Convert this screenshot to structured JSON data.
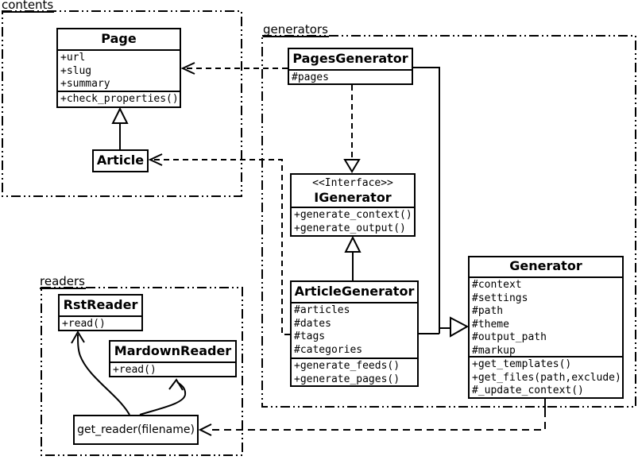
{
  "packages": {
    "contents": {
      "label": "contents"
    },
    "generators": {
      "label": "generators"
    },
    "readers": {
      "label": "readers"
    }
  },
  "classes": {
    "page": {
      "name": "Page",
      "attributes": [
        "+url",
        "+slug",
        "+summary"
      ],
      "methods": [
        "+check_properties()"
      ]
    },
    "article": {
      "name": "Article"
    },
    "pages_generator": {
      "name": "PagesGenerator",
      "attributes": [
        "#pages"
      ]
    },
    "igenerator": {
      "stereotype": "<<Interface>>",
      "name": "IGenerator",
      "methods": [
        "+generate_context()",
        "+generate_output()"
      ]
    },
    "article_generator": {
      "name": "ArticleGenerator",
      "attributes": [
        "#articles",
        "#dates",
        "#tags",
        "#categories"
      ],
      "methods": [
        "+generate_feeds()",
        "+generate_pages()"
      ]
    },
    "generator": {
      "name": "Generator",
      "attributes": [
        "#context",
        "#settings",
        "#path",
        "#theme",
        "#output_path",
        "#markup"
      ],
      "methods": [
        "+get_templates()",
        "+get_files(path,exclude)",
        "#_update_context()"
      ]
    },
    "rst_reader": {
      "name": "RstReader",
      "methods": [
        "+read()"
      ]
    },
    "mardown_reader": {
      "name": "MardownReader",
      "methods": [
        "+read()"
      ]
    },
    "get_reader": {
      "label": "get_reader(filename)"
    }
  },
  "relationships": [
    {
      "from": "Article",
      "to": "Page",
      "type": "inheritance"
    },
    {
      "from": "PagesGenerator",
      "to": "Page",
      "type": "dashed-dependency"
    },
    {
      "from": "ArticleGenerator",
      "to": "Article",
      "type": "dashed-dependency"
    },
    {
      "from": "PagesGenerator",
      "to": "IGenerator",
      "type": "dashed-realization"
    },
    {
      "from": "ArticleGenerator",
      "to": "IGenerator",
      "type": "inheritance"
    },
    {
      "from": "PagesGenerator",
      "to": "Generator",
      "type": "inheritance"
    },
    {
      "from": "ArticleGenerator",
      "to": "Generator",
      "type": "inheritance"
    },
    {
      "from": "Generator",
      "to": "get_reader(filename)",
      "type": "dashed-dependency"
    },
    {
      "from": "get_reader(filename)",
      "to": "RstReader",
      "type": "arrow"
    },
    {
      "from": "get_reader(filename)",
      "to": "MardownReader",
      "type": "arrow"
    }
  ],
  "colors": {
    "line": "#000000",
    "background": "#ffffff"
  }
}
